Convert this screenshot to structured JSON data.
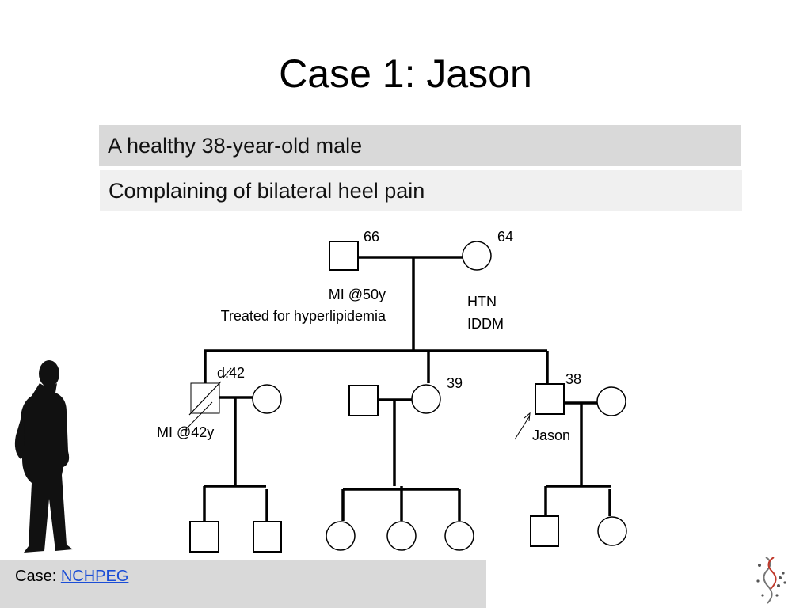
{
  "slide": {
    "title": "Case 1: Jason",
    "bullets": [
      "A healthy 38-year-old male",
      "Complaining of bilateral heel pain"
    ]
  },
  "pedigree": {
    "father_age": "66",
    "mother_age": "64",
    "father_notes": [
      "MI @50y",
      "Treated for hyperlipidemia"
    ],
    "mother_notes": [
      "HTN",
      "IDDM"
    ],
    "uncle_death": "d.42",
    "uncle_note": "MI @42y",
    "sibling_age": "39",
    "proband_age": "38",
    "proband_name": "Jason"
  },
  "footer": {
    "prefix": "Case: ",
    "link": "NCHPEG"
  }
}
